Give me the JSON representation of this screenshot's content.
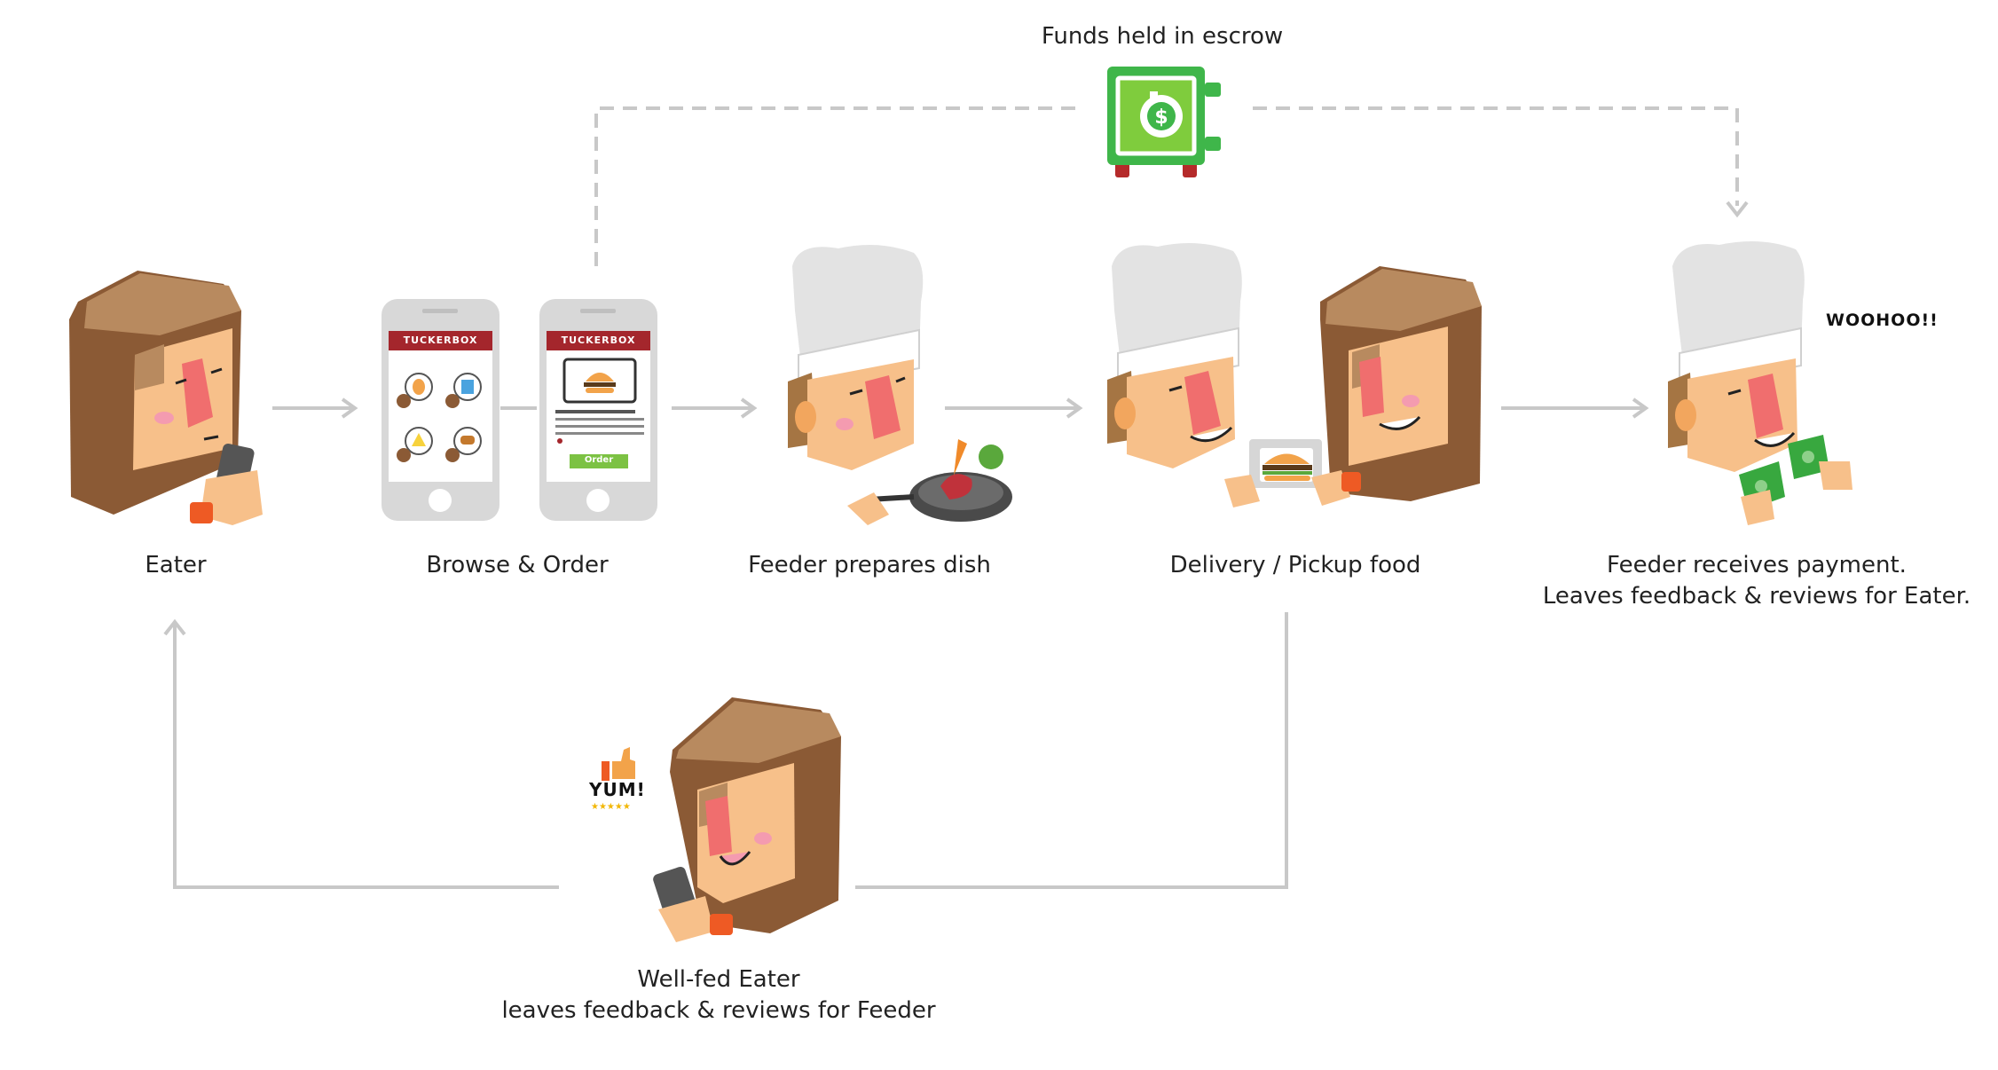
{
  "title": "Funds held in escrow",
  "steps": {
    "eater": "Eater",
    "browse": "Browse & Order",
    "prepare": "Feeder prepares dish",
    "delivery": "Delivery / Pickup food",
    "payment_line1": "Feeder receives payment.",
    "payment_line2": "Leaves feedback & reviews for Eater."
  },
  "feedback": {
    "line1": "Well-fed Eater",
    "line2": "leaves feedback & reviews for Feeder"
  },
  "exclamations": {
    "woohoo": "WOOHOO!!",
    "yum": "YUM!",
    "stars": "★★★★★"
  },
  "phones": {
    "brand": "TUCKERBOX",
    "order_button": "Order"
  },
  "colors": {
    "arrow": "#c8c8c8",
    "safe": "#3fb64a",
    "safe_inner": "#7fcc3d",
    "brand_red": "#a4262c",
    "hair": "#8b5a35",
    "hair_top": "#b88a5f",
    "skin": "#f7c08a",
    "nose": "#f06e6e",
    "hat": "#e3e3e3",
    "money": "#38a83f",
    "order_green": "#7cc243"
  }
}
